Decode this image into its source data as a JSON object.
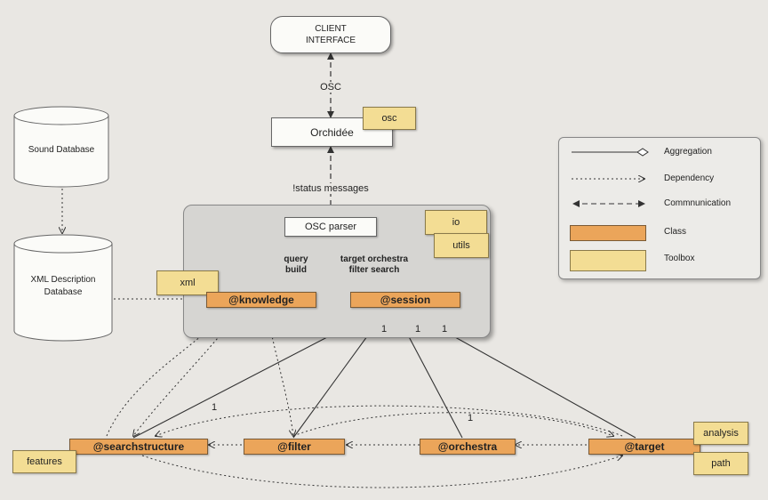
{
  "nodes": {
    "client_interface": "CLIENT\nINTERFACE",
    "orchidee": "Orchidée",
    "osc_parser": "OSC parser",
    "sound_database": "Sound Database",
    "xml_description_database": "XML Description\nDatabase"
  },
  "classes": {
    "knowledge": "@knowledge",
    "session": "@session",
    "searchstructure": "@searchstructure",
    "filter": "@filter",
    "orchestra": "@orchestra",
    "target": "@target"
  },
  "toolboxes": {
    "osc": "osc",
    "io": "io",
    "utils": "utils",
    "xml": "xml",
    "features": "features",
    "analysis": "analysis",
    "path": "path"
  },
  "labels": {
    "osc": "OSC",
    "status_messages": "!status messages",
    "query_build": "query\nbuild",
    "target_orchestra_filter_search": "target orchestra\nfilter search",
    "mult_1a": "1",
    "mult_1b": "1",
    "mult_1c": "1",
    "mult_1d": "1",
    "mult_1e": "1"
  },
  "legend": {
    "aggregation": "Aggregation",
    "dependency": "Dependency",
    "communication": "Commnunication",
    "class": "Class",
    "toolbox": "Toolbox"
  },
  "colors": {
    "class_fill": "#eba55a",
    "toolbox_fill": "#f3dd94",
    "component_fill": "#fbfbf8",
    "group_fill": "#d6d5d2"
  }
}
